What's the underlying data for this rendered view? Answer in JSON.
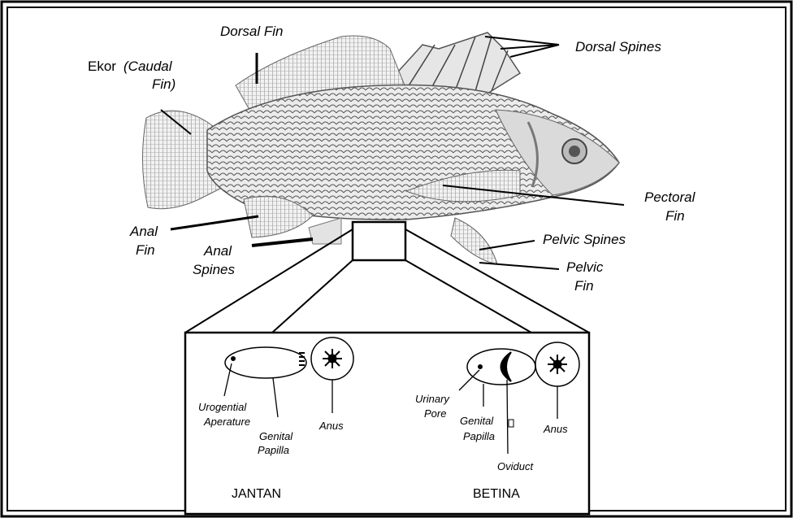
{
  "labels": {
    "dorsal_fin": "Dorsal Fin",
    "dorsal_spines": "Dorsal Spines",
    "caudal_prefix": "Ekor",
    "caudal_paren": "(Caudal",
    "caudal_fin": "Fin)",
    "pectoral_1": "Pectoral",
    "pectoral_2": "Fin",
    "anal_fin_1": "Anal",
    "anal_fin_2": "Fin",
    "anal_spines_1": "Anal",
    "anal_spines_2": "Spines",
    "pelvic_spines": "Pelvic Spines",
    "pelvic_fin_1": "Pelvic",
    "pelvic_fin_2": "Fin"
  },
  "inset": {
    "male": {
      "title": "JANTAN",
      "urogenital_1": "Urogential",
      "urogenital_2": "Aperature",
      "papilla_1": "Genital",
      "papilla_2": "Papilla",
      "anus": "Anus"
    },
    "female": {
      "title": "BETINA",
      "urinary_1": "Urinary",
      "urinary_2": "Pore",
      "papilla_1": "Genital",
      "papilla_2": "Papilla",
      "oviduct": "Oviduct",
      "anus": "Anus"
    }
  }
}
